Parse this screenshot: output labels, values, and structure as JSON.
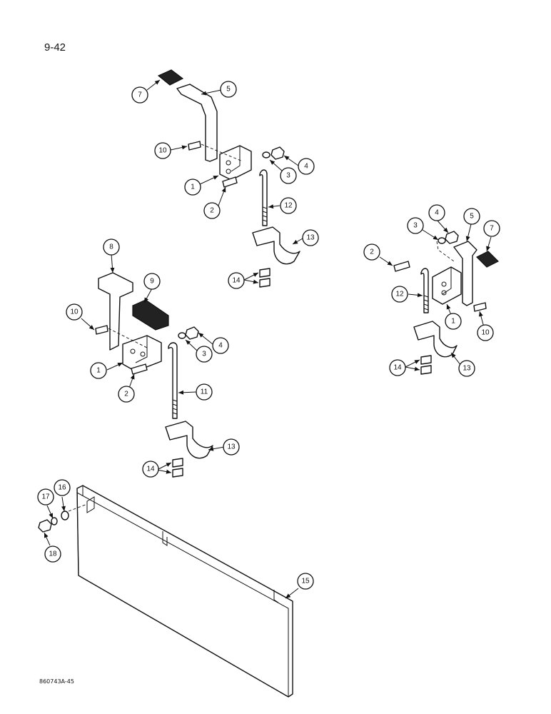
{
  "page_number": "9-42",
  "figure_code": "860743A-45",
  "callouts": [
    {
      "id": "c7a",
      "label": "7"
    },
    {
      "id": "c5a",
      "label": "5"
    },
    {
      "id": "c10a",
      "label": "10"
    },
    {
      "id": "c4a",
      "label": "4"
    },
    {
      "id": "c3a",
      "label": "3"
    },
    {
      "id": "c1a",
      "label": "1"
    },
    {
      "id": "c2a",
      "label": "2"
    },
    {
      "id": "c12a",
      "label": "12"
    },
    {
      "id": "c13a",
      "label": "13"
    },
    {
      "id": "c14a",
      "label": "14"
    },
    {
      "id": "c8",
      "label": "8"
    },
    {
      "id": "c9",
      "label": "9"
    },
    {
      "id": "c10b",
      "label": "10"
    },
    {
      "id": "c4b",
      "label": "4"
    },
    {
      "id": "c3b",
      "label": "3"
    },
    {
      "id": "c1b",
      "label": "1"
    },
    {
      "id": "c2b",
      "label": "2"
    },
    {
      "id": "c11",
      "label": "11"
    },
    {
      "id": "c13b",
      "label": "13"
    },
    {
      "id": "c14b",
      "label": "14"
    },
    {
      "id": "c4c",
      "label": "4"
    },
    {
      "id": "c3c",
      "label": "3"
    },
    {
      "id": "c5c",
      "label": "5"
    },
    {
      "id": "c7c",
      "label": "7"
    },
    {
      "id": "c2c",
      "label": "2"
    },
    {
      "id": "c12c",
      "label": "12"
    },
    {
      "id": "c1c",
      "label": "1"
    },
    {
      "id": "c10c",
      "label": "10"
    },
    {
      "id": "c14c",
      "label": "14"
    },
    {
      "id": "c13c",
      "label": "13"
    },
    {
      "id": "c17",
      "label": "17"
    },
    {
      "id": "c16",
      "label": "16"
    },
    {
      "id": "c18",
      "label": "18"
    },
    {
      "id": "c15",
      "label": "15"
    }
  ]
}
